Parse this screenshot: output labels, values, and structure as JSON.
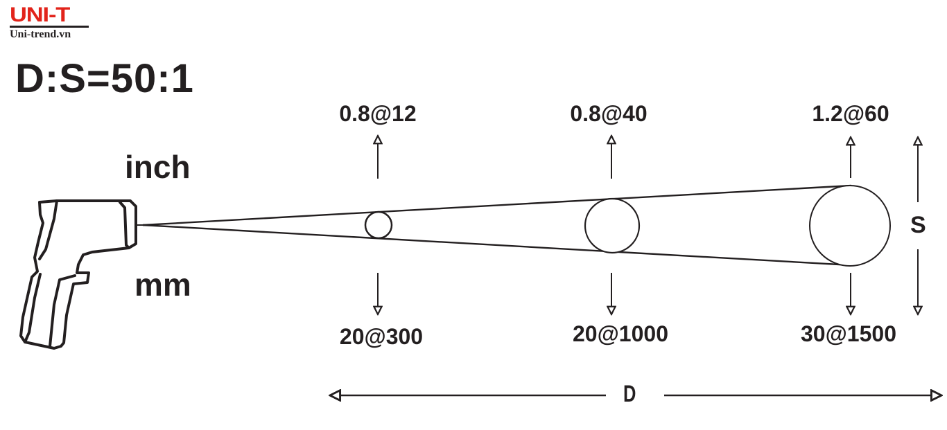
{
  "brand": {
    "logo_text": "UNI-T",
    "website": "Uni-trend.vn",
    "logo_color": "#e2231a"
  },
  "title": "D:S=50:1",
  "units": {
    "top": "inch",
    "bottom": "mm"
  },
  "spots": [
    {
      "inch_label": "0.8@12",
      "mm_label": "20@300",
      "spot_inch": 0.8,
      "distance_inch": 12,
      "spot_mm": 20,
      "distance_mm": 300
    },
    {
      "inch_label": "0.8@40",
      "mm_label": "20@1000",
      "spot_inch": 0.8,
      "distance_inch": 40,
      "spot_mm": 20,
      "distance_mm": 1000
    },
    {
      "inch_label": "1.2@60",
      "mm_label": "30@1500",
      "spot_inch": 1.2,
      "distance_inch": 60,
      "spot_mm": 30,
      "distance_mm": 1500
    }
  ],
  "axes": {
    "spot_size_label": "S",
    "distance_label": "D"
  },
  "colors": {
    "ink": "#231f20",
    "background": "#ffffff"
  }
}
